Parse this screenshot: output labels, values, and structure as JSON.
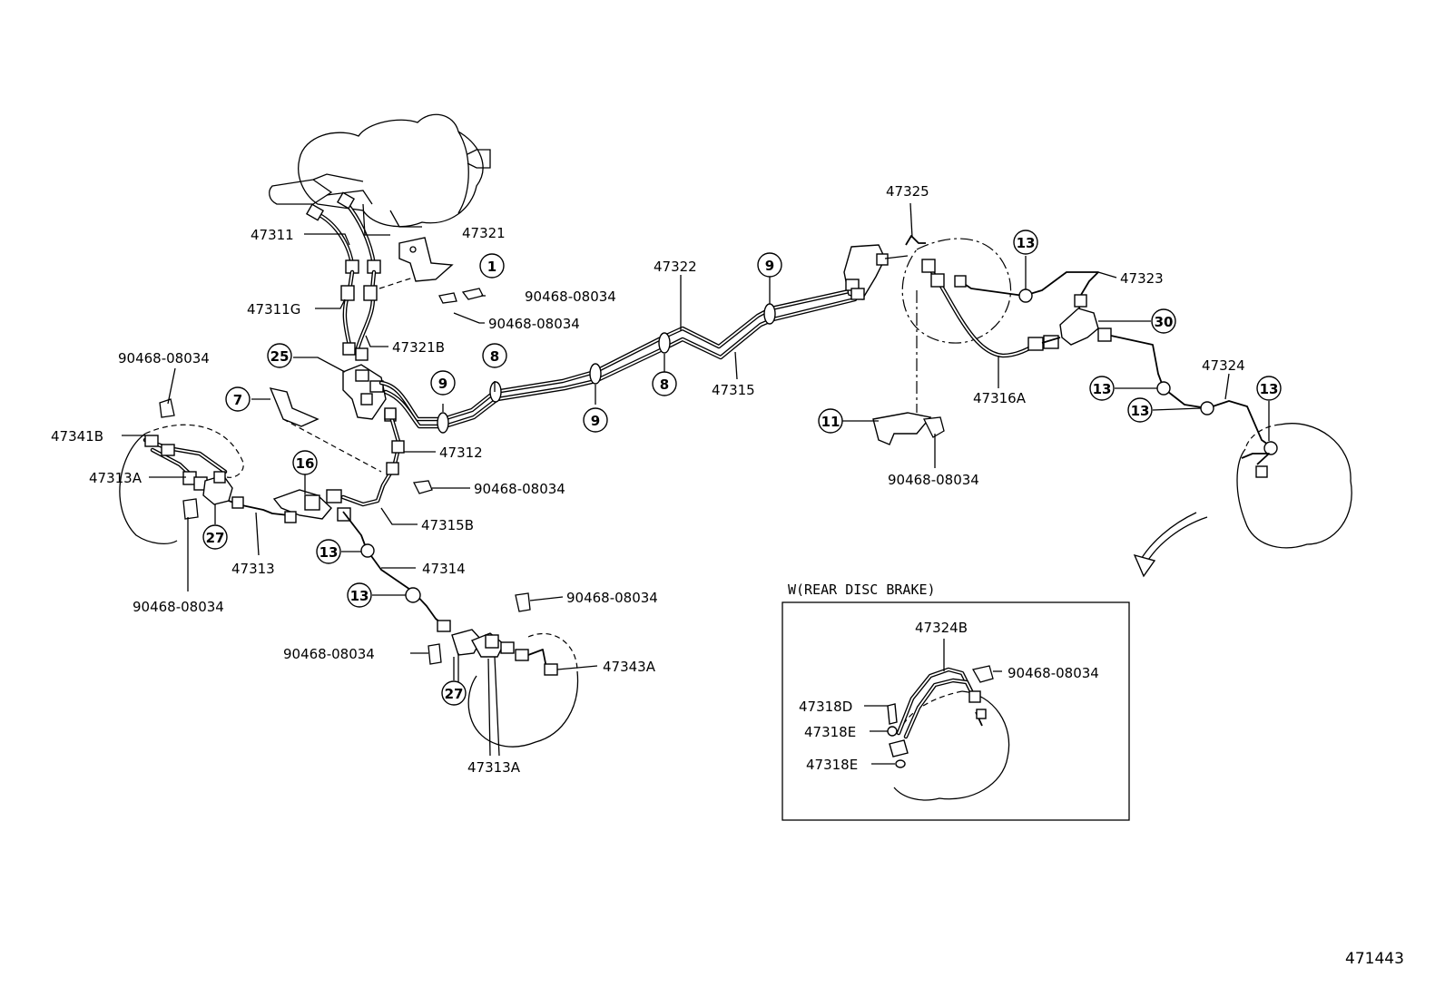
{
  "labels": {
    "l47321": "47321",
    "l47311": "47311",
    "l90468a": "90468-08034",
    "l47311G": "47311G",
    "l90468b": "90468-08034",
    "l47321B": "47321B",
    "l90468c": "90468-08034",
    "l47341B": "47341B",
    "l47312": "47312",
    "l47313A1": "47313A",
    "l90468d": "90468-08034",
    "l47315B": "47315B",
    "l47313": "47313",
    "l47314": "47314",
    "l90468e": "90468-08034",
    "l90468f": "90468-08034",
    "l90468g": "90468-08034",
    "l47343A": "47343A",
    "l47313A2": "47313A",
    "l47322": "47322",
    "l47315": "47315",
    "l47325": "47325",
    "l47323": "47323",
    "l47316A": "47316A",
    "l90468h": "90468-08034",
    "l47324": "47324",
    "l47324B": "47324B",
    "l90468i": "90468-08034",
    "l47318D": "47318D",
    "l47318E1": "47318E",
    "l47318E2": "47318E"
  },
  "callouts": {
    "c1": "1",
    "c25": "25",
    "c7": "7",
    "c9a": "9",
    "c8a": "8",
    "c9b": "9",
    "c8b": "8",
    "c9c": "9",
    "c16": "16",
    "c27a": "27",
    "c13a": "13",
    "c13b": "13",
    "c27b": "27",
    "c11": "11",
    "c13c": "13",
    "c30": "30",
    "c13d": "13",
    "c13e": "13",
    "c13f": "13"
  },
  "inset": {
    "title": "W(REAR DISC BRAKE)"
  },
  "figure_id": "471443"
}
